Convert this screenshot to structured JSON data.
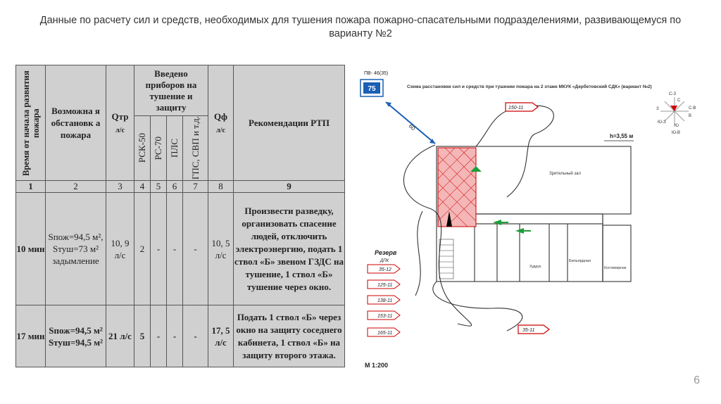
{
  "title": "Данные по расчету сил и средств, необходимых для тушения пожара пожарно-спасательными подразделениями, развивающемуся по варианту №2",
  "table": {
    "h_time": "Время от начала развития пожара",
    "h_situation": "Возможна я обстановк а пожара",
    "h_qtr": "Qтр",
    "h_qtr_unit": "л/с",
    "h_devices": "Введено приборов на тушение и защиту",
    "h_dev": [
      "РСК-50",
      "РС-70",
      "ПЛС",
      "ГПС, СВП и т.д."
    ],
    "h_qf": "Qф",
    "h_qf_unit": "л/с",
    "h_rec": "Рекомендации РТП",
    "nums": [
      "1",
      "2",
      "3",
      "4",
      "5",
      "6",
      "7",
      "8",
      "9"
    ],
    "rows": [
      {
        "time": "10 мин",
        "situation": "Sпож=94,5 м², Sтуш=73 м² задымление",
        "qtr": "10, 9 л/с",
        "rsk50": "2",
        "rs70": "-",
        "pls": "-",
        "gps": "-",
        "qf": "10, 5 л/с",
        "rec": "Произвести разведку, организовать спасение людей, отключить электроэнергию, подать 1 ствол «Б» звеном ГЗДС на тушение, 1 ствол «Б» тушение через окно."
      },
      {
        "time": "17 мин",
        "situation": "Sпож=94,5 м² Sтуш=94,5 м²",
        "qtr": "21 л/с",
        "rsk50": "5",
        "rs70": "-",
        "pls": "-",
        "gps": "-",
        "qf": "17, 5 л/с",
        "rec": "Подать 1 ствол «Б» через окно на защиту соседнего кабинета, 1 ствол «Б» на защиту второго этажа."
      }
    ]
  },
  "scheme": {
    "pv": "ПВ- 46(35)",
    "pv_num": "75",
    "distance": "60",
    "title": "Схема расстановки сил и средств при тушении пожара на 2 этаже МКУК «Дербетовский СДК» (вариант №2)",
    "height": "h=3,55 м",
    "hall": "Зрительный зал",
    "billiard": "Бильярдная",
    "costume": "Костюмерная",
    "art": "Худрук.",
    "reserve_label": "Резерв",
    "reserve_sub": "ДПК",
    "reserve_units": [
      "35-12",
      "125-11",
      "138-11",
      "153-11",
      "165-11"
    ],
    "truck_top": "150-11",
    "truck_bottom": "35-11",
    "scale": "М 1:200",
    "compass": [
      "С-З",
      "С",
      "С-В",
      "З",
      "В",
      "Ю-З",
      "Ю",
      "Ю-В"
    ]
  },
  "page_number": "6"
}
